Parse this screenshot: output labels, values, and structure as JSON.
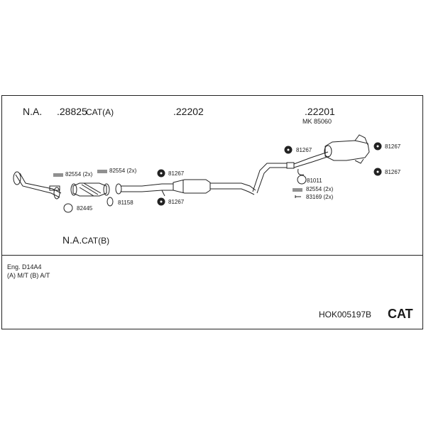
{
  "header": {
    "na_top": "N.A.",
    "group1_prefix": ".28825",
    "group1_suffix": "CAT(A)",
    "group2": ".22202",
    "group3": ".22201",
    "group3_kit": "MK 85060"
  },
  "parts": {
    "spring_left": "82554 (2x)",
    "spring_mid": "82554 (2x)",
    "gasket": "82445",
    "ring_81158": "81158",
    "hanger_mid_top": "81267",
    "hanger_mid_bottom": "81267",
    "hanger_rear_left": "81267",
    "hanger_muffler_top": "81267",
    "hanger_muffler_bottom": "81267",
    "ring_81011": "81011",
    "spring_rear": "82554 (2x)",
    "bolt_rear": "83169 (2x)"
  },
  "footer": {
    "na_cat_b_prefix": "N.A.",
    "na_cat_b_suffix": "CAT(B)",
    "engine": "Eng. D14A4",
    "transmission": "(A) M/T (B) A/T",
    "code": "HOK005197B",
    "cat": "CAT"
  }
}
